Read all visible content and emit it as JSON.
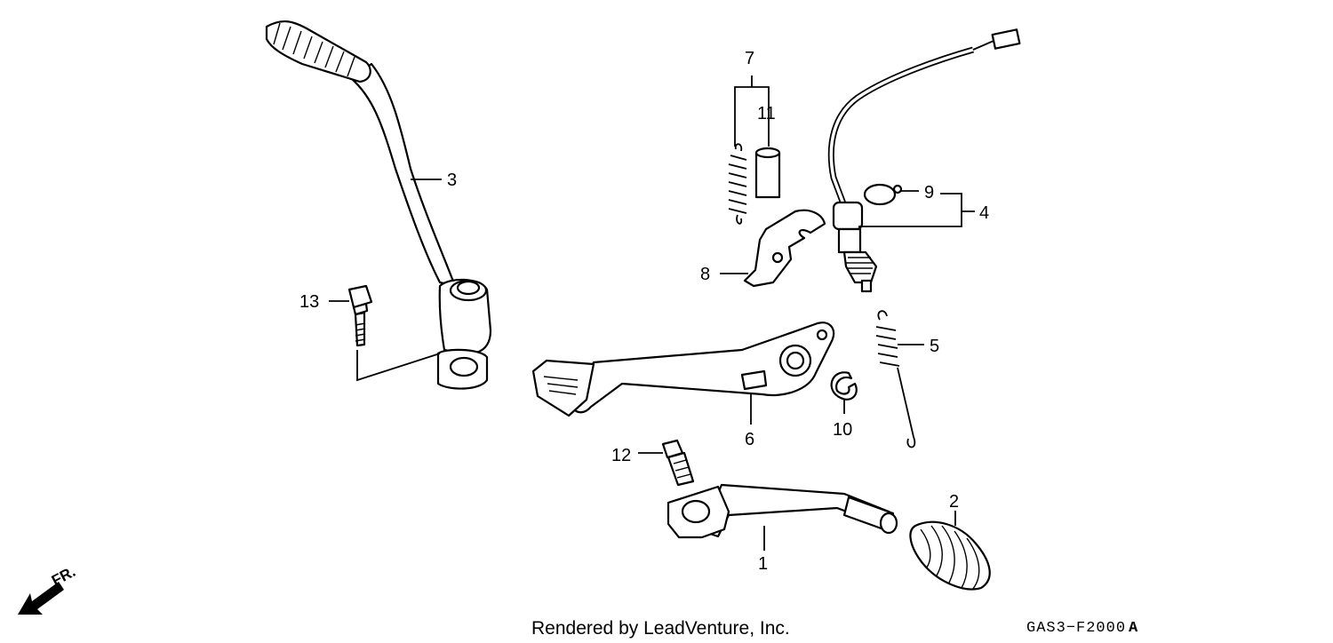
{
  "callouts": {
    "c1": "1",
    "c2": "2",
    "c3": "3",
    "c4": "4",
    "c5": "5",
    "c6": "6",
    "c7": "7",
    "c8": "8",
    "c9": "9",
    "c10": "10",
    "c11": "11",
    "c12": "12",
    "c13": "13"
  },
  "direction_label": "FR.",
  "footer": {
    "credit": "Rendered by LeadVenture, Inc.",
    "diagram_code": "GAS3−F2000",
    "code_suffix": "A"
  }
}
